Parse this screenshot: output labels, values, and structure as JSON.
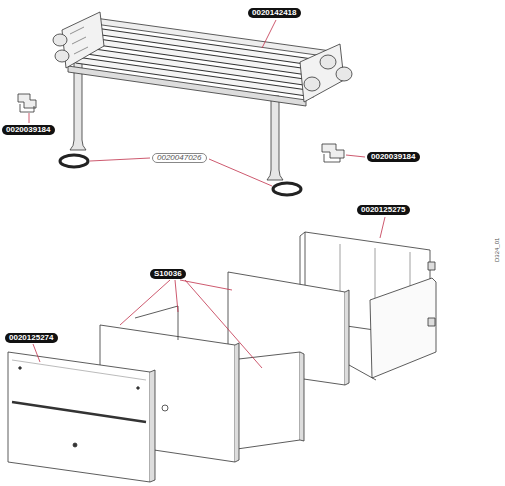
{
  "diagram": {
    "labels": [
      "0020142418",
      "0020039184",
      "0020047026",
      "0020039184",
      "0020125275",
      "S10036",
      "0020125274",
      "D324_01"
    ]
  }
}
